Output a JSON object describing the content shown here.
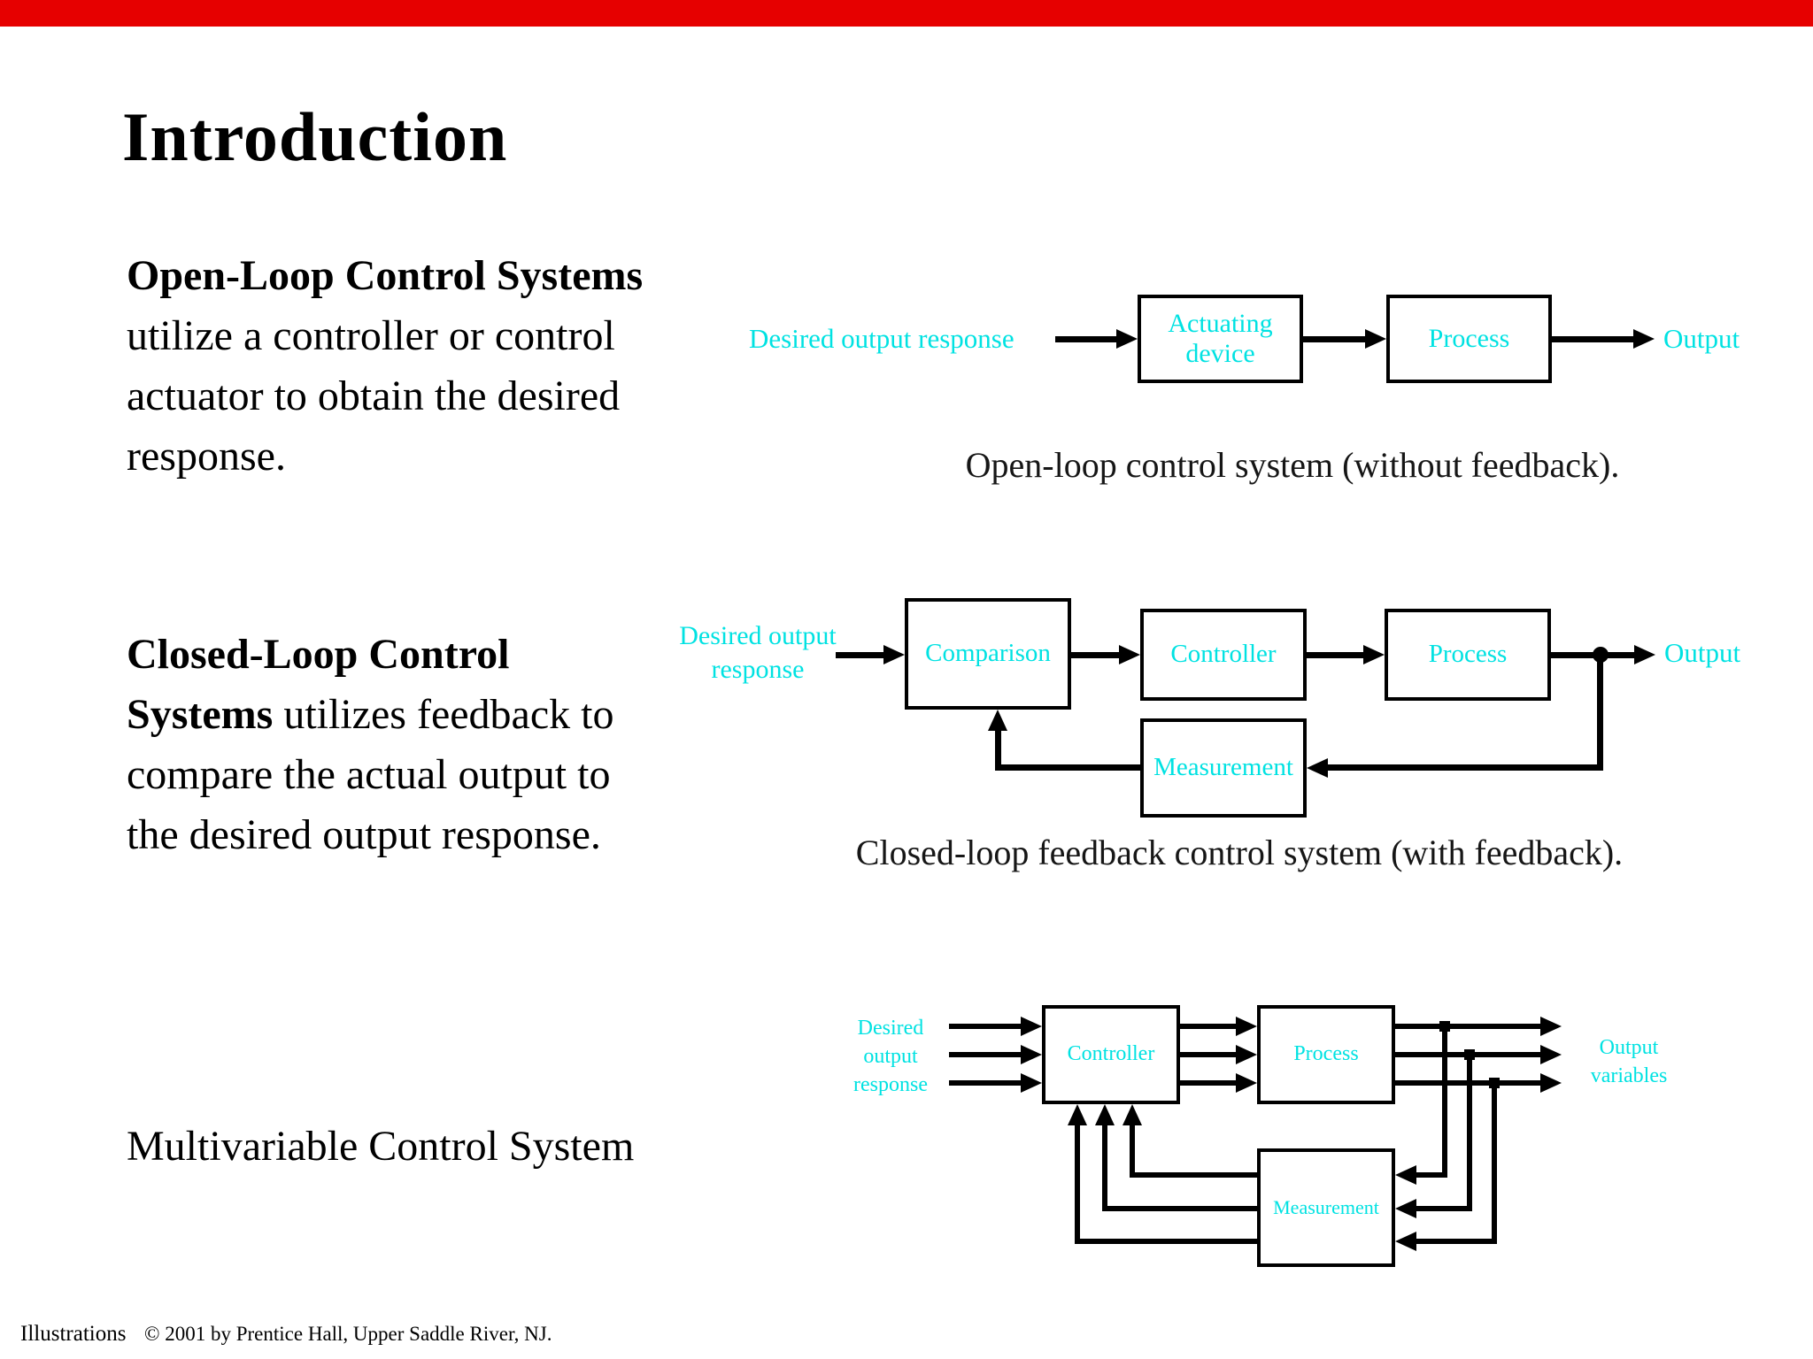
{
  "slide": {
    "title": "Introduction"
  },
  "colors": {
    "accent_cyan": "#00e2e2",
    "top_bar_red": "#e60000"
  },
  "paragraphs": {
    "open_loop": {
      "bold": "Open-Loop Control Systems",
      "lines": [
        "utilize a controller or control",
        "actuator to obtain the desired",
        "response."
      ]
    },
    "closed_loop": {
      "line1_bold": "Closed-Loop Control",
      "line2_bold": "Systems",
      "line2_rest": " utilizes feedback to",
      "line3": "compare the actual output to",
      "line4": "the desired output response."
    },
    "multivariable": {
      "text": "Multivariable Control System"
    }
  },
  "diagram_open_loop": {
    "input_label": "Desired output response",
    "box_actuating": "Actuating device",
    "box_process": "Process",
    "output_label": "Output",
    "caption": "Open-loop control system (without feedback)."
  },
  "diagram_closed_loop": {
    "input_label_line1": "Desired output",
    "input_label_line2": "response",
    "box_comparison": "Comparison",
    "box_controller": "Controller",
    "box_process": "Process",
    "box_measurement": "Measurement",
    "output_label": "Output",
    "caption": "Closed-loop feedback control system (with feedback)."
  },
  "diagram_multivariable": {
    "input_line1": "Desired",
    "input_line2": "output",
    "input_line3": "response",
    "box_controller": "Controller",
    "box_process": "Process",
    "box_measurement": "Measurement",
    "output_line1": "Output",
    "output_line2": "variables"
  },
  "footer": {
    "label": "Illustrations",
    "copyright": "© 2001 by Prentice Hall, Upper Saddle River, NJ."
  }
}
